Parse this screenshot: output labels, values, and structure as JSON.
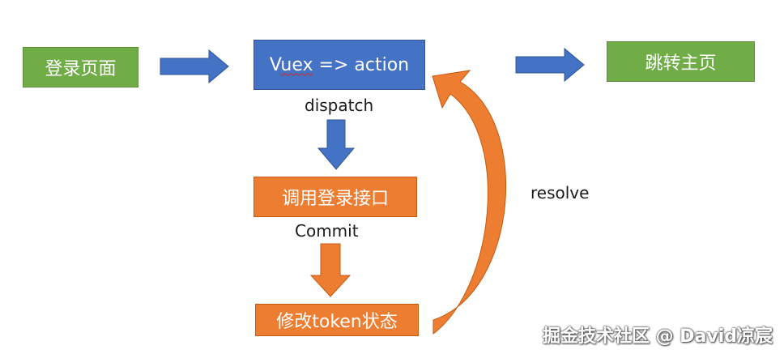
{
  "nodes": {
    "login_page": "登录页面",
    "vuex_action_prefix": "V",
    "vuex_action_uex": "uex",
    "vuex_action_rest": " => action",
    "jump_home": "跳转主页",
    "call_login_api": "调用登录接口",
    "modify_token": "修改token状态"
  },
  "edge_labels": {
    "dispatch": "dispatch",
    "commit": "Commit",
    "resolve": "resolve"
  },
  "watermark": "掘金技术社区 @ David凉宸",
  "colors": {
    "green": "#70ad47",
    "blue": "#4472c4",
    "orange": "#ed7d31"
  }
}
